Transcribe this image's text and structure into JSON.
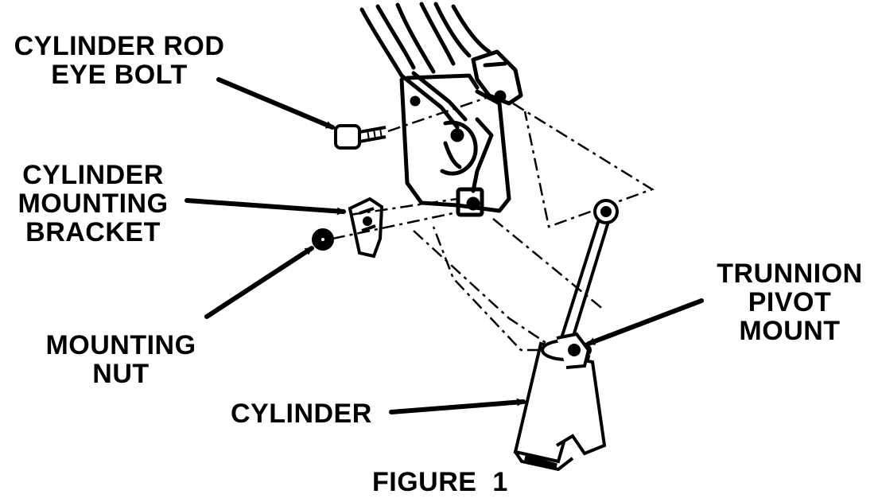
{
  "labels": {
    "cylinder_rod_eye_bolt": [
      "CYLINDER ROD",
      "EYE BOLT"
    ],
    "cylinder_mounting_bracket": [
      "CYLINDER",
      "MOUNTING",
      "BRACKET"
    ],
    "mounting_nut": [
      "MOUNTING",
      "NUT"
    ],
    "cylinder": "CYLINDER",
    "trunnion_pivot_mount": [
      "TRUNNION",
      "PIVOT",
      "MOUNT"
    ]
  },
  "caption": "FIGURE  1"
}
